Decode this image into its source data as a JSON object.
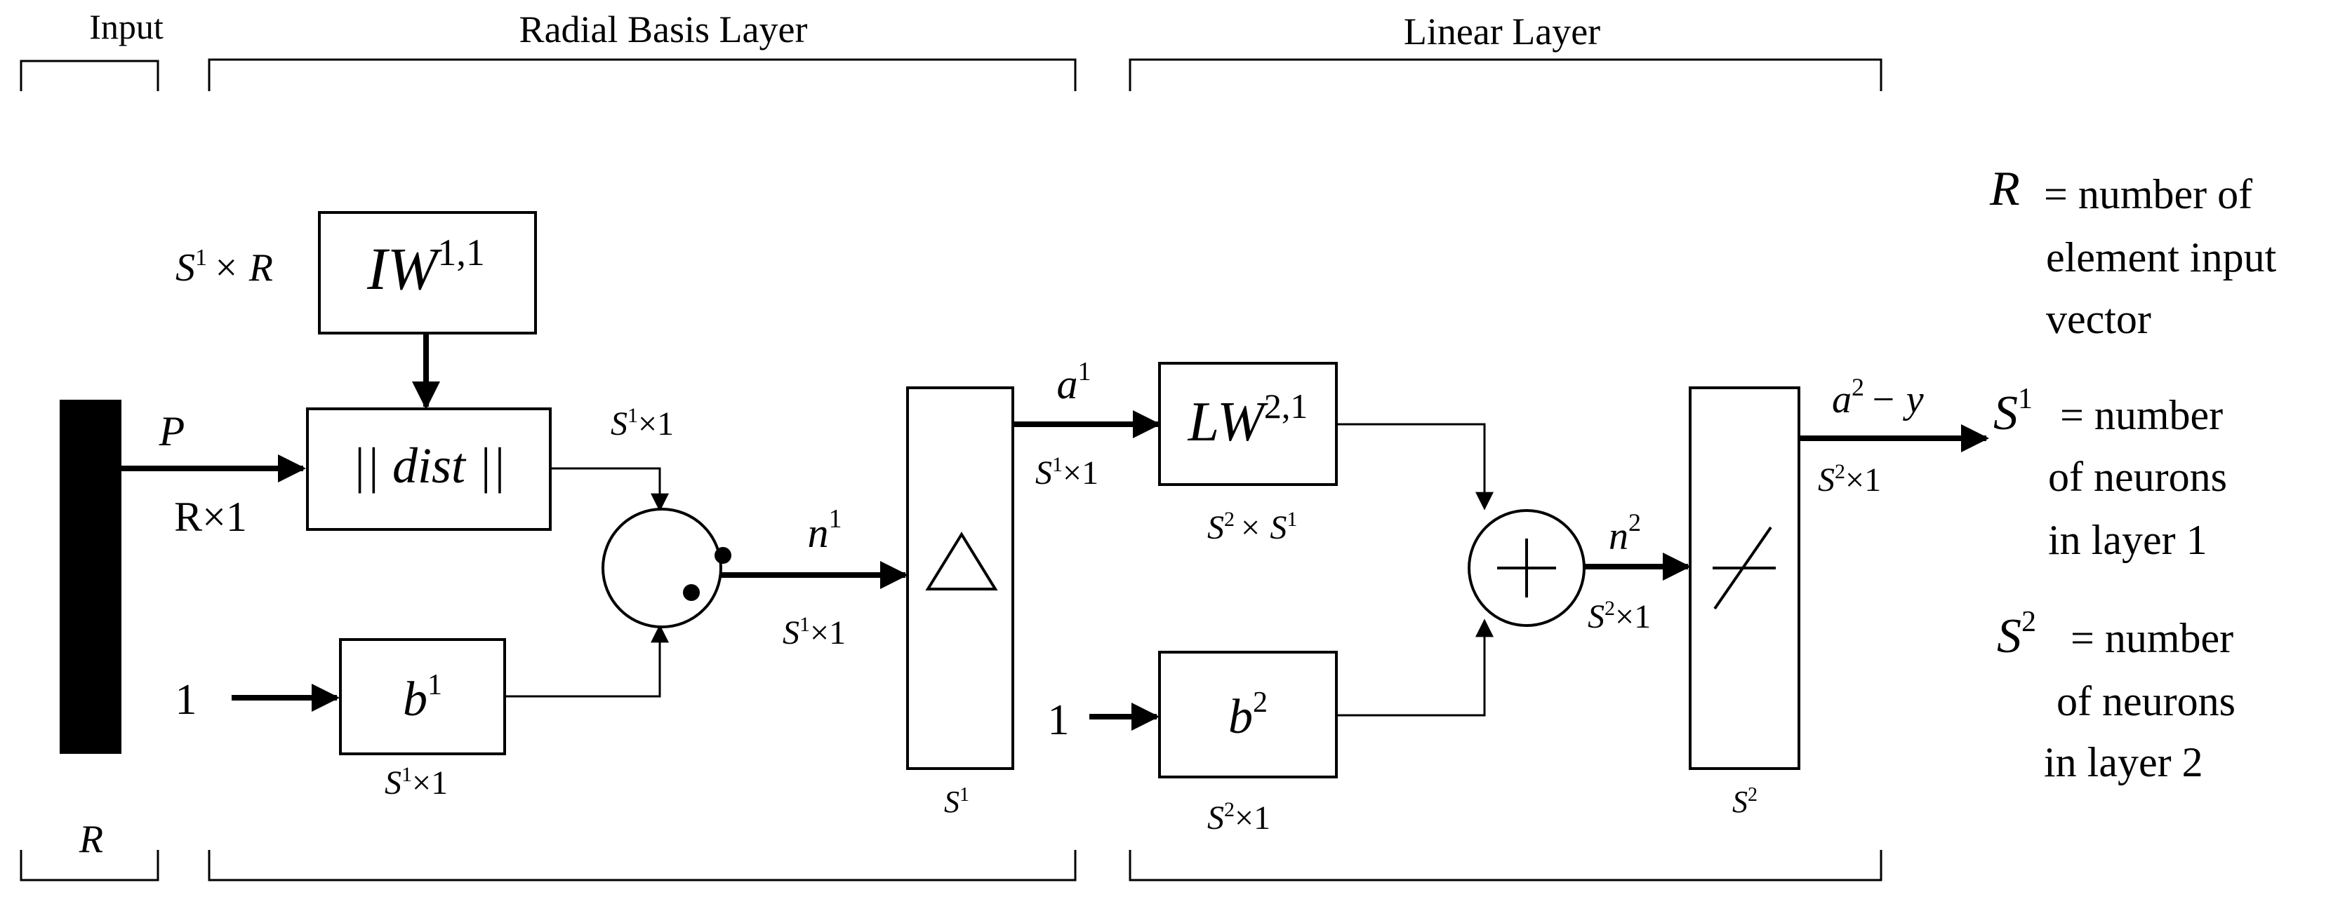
{
  "headers": {
    "input": "Input",
    "radial_basis_layer": "Radial Basis Layer",
    "linear_layer": "Linear Layer",
    "input_dim_bottom": "R"
  },
  "input": {
    "vector_label": "P",
    "vector_dim": "R×1",
    "bias_input_1": "1",
    "bias_input_2": "1"
  },
  "radial_layer": {
    "weight_box": {
      "base": "IW",
      "sup": "1,1"
    },
    "weight_dim": {
      "s": "S",
      "sup": "1",
      "rest": "× R"
    },
    "dist_box": "|| dist ||",
    "dist_out_dim": {
      "s": "S",
      "sup": "1",
      "rest": "×1"
    },
    "bias_box": {
      "base": "b",
      "sup": "1"
    },
    "bias_dim": {
      "s": "S",
      "sup": "1",
      "rest": "×1"
    },
    "net_input": {
      "base": "n",
      "sup": "1"
    },
    "net_dim": {
      "s": "S",
      "sup": "1",
      "rest": "×1"
    },
    "transfer_bottom": {
      "s": "S",
      "sup": "1"
    },
    "output": {
      "base": "a",
      "sup": "1"
    },
    "output_dim": {
      "s": "S",
      "sup": "1",
      "rest": "×1"
    }
  },
  "linear_layer": {
    "weight_box": {
      "base": "LW",
      "sup": "2,1"
    },
    "weight_dim": {
      "s1": "S",
      "sup1": "2",
      "mid": "× S",
      "sup2": "1"
    },
    "bias_box": {
      "base": "b",
      "sup": "2"
    },
    "bias_dim": {
      "s": "S",
      "sup": "2",
      "rest": "×1"
    },
    "net_input": {
      "base": "n",
      "sup": "2"
    },
    "net_dim": {
      "s": "S",
      "sup": "2",
      "rest": "×1"
    },
    "transfer_bottom": {
      "s": "S",
      "sup": "2"
    },
    "output": {
      "a": "a",
      "sup": "2",
      "rest": "− y"
    },
    "output_dim": {
      "s": "S",
      "sup": "2",
      "rest": "×1"
    }
  },
  "legend": [
    {
      "sym": "R",
      "sup": "",
      "lines": [
        "= number of",
        "element input",
        "vector"
      ]
    },
    {
      "sym": "S",
      "sup": "1",
      "lines": [
        "= number",
        "of neurons",
        "in layer 1"
      ]
    },
    {
      "sym": "S",
      "sup": "2",
      "lines": [
        "= number",
        "of neurons",
        "in layer 2"
      ]
    }
  ]
}
